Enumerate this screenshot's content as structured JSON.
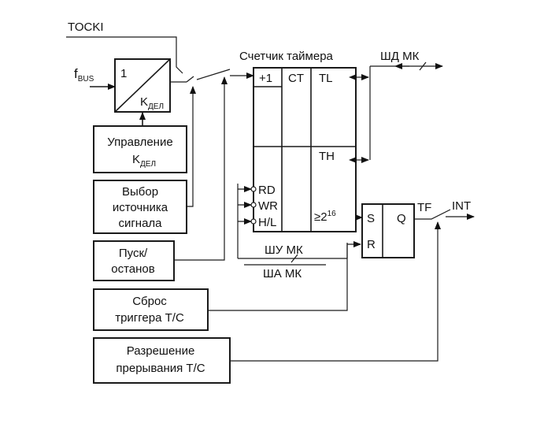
{
  "labels": {
    "tocki": "TOCKI",
    "fbus_main": "f",
    "fbus_sub": "BUS",
    "div_one": "1",
    "div_k": "K",
    "div_k_sub": "ДЕЛ",
    "counter_title": "Счетчик таймера",
    "plus_one": "+1",
    "ct": "CT",
    "tl": "TL",
    "th": "TH",
    "rd": "RD",
    "wr": "WR",
    "hl": "H/L",
    "pow_base": "≥2",
    "pow_exp": "16",
    "shd": "ШД МК",
    "shu": "ШУ МК",
    "sha": "ША МК",
    "s": "S",
    "r": "R",
    "q": "Q",
    "tf": "TF",
    "int": "INT"
  },
  "blocks": {
    "upr_line1": "Управление",
    "upr_k": "K",
    "upr_k_sub": "ДЕЛ",
    "vybor_line1": "Выбор",
    "vybor_line2": "источника",
    "vybor_line3": "сигнала",
    "pusk_line1": "Пуск/",
    "pusk_line2": "останов",
    "sbros_line1": "Сброс",
    "sbros_line2": "триггера Т/С",
    "razr_line1": "Разрешение",
    "razr_line2": "прерывания Т/С"
  }
}
